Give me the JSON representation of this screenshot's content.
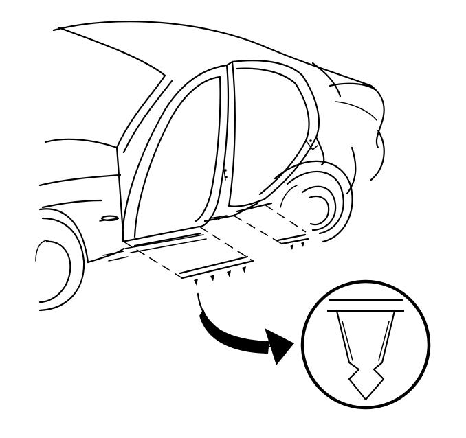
{
  "diagram": {
    "subject": "car-body-side-view",
    "parts": [
      "car-body",
      "front-door-opening",
      "rear-door-opening",
      "front-sill-plate",
      "rear-sill-plate",
      "front-wheel",
      "rear-wheel",
      "retainer-clip-detail"
    ],
    "colors": {
      "line": "#000000",
      "background": "#ffffff"
    }
  }
}
